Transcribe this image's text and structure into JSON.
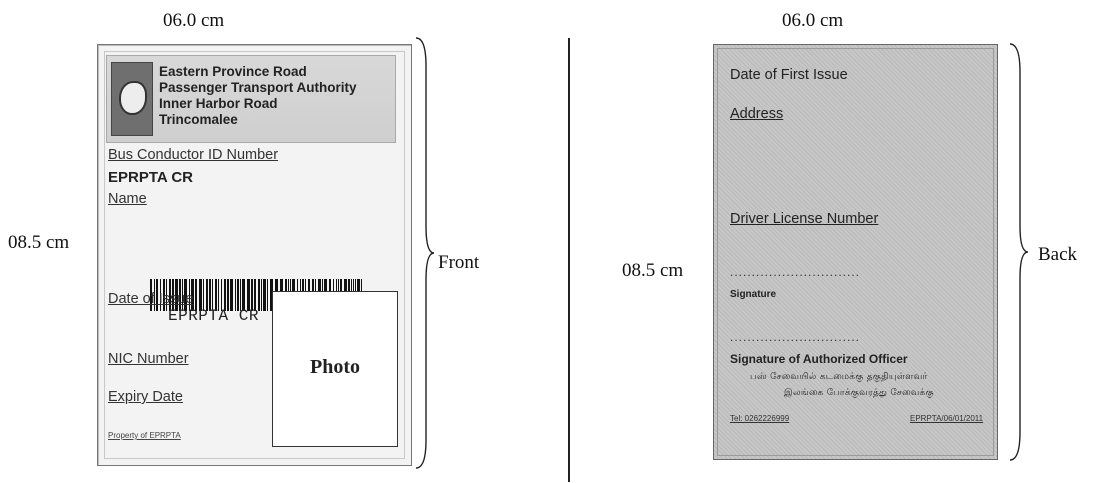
{
  "dimensions": {
    "front_width": "06.0 cm",
    "front_height": "08.5 cm",
    "back_width": "06.0 cm",
    "back_height": "08.5 cm"
  },
  "labels": {
    "front": "Front",
    "back": "Back"
  },
  "front_card": {
    "authority_lines": [
      "Eastern Province Road",
      "Passenger Transport Authority",
      "Inner Harbor Road",
      "Trincomalee"
    ],
    "id_label": "Bus Conductor ID Number",
    "id_value": "EPRPTA CR",
    "name_label": "Name",
    "barcode_text": "EPRPTA CR",
    "date_of_issue_label": "Date of Issue",
    "nic_label": "NIC Number",
    "expiry_label": "Expiry Date",
    "photo_label": "Photo",
    "property_text": "Property of EPRPTA"
  },
  "back_card": {
    "first_issue_label": "Date of First Issue",
    "address_label": "Address",
    "license_label": "Driver License Number",
    "signature_dots": "..............................",
    "signature_label": "Signature",
    "officer_dots": "..............................",
    "officer_label": "Signature of Authorized Officer",
    "tamil_line_1": "பஸ் சேவையில் கடமைக்கு தகுதியுள்ளவர்",
    "tamil_line_2": "இலங்கை போக்குவரத்து சேவைக்கு",
    "tel_text": "Tel: 0262226999",
    "code_text": "EPRPTA/06/01/2011"
  },
  "colors": {
    "back_card_bg": "#c0c0c0",
    "front_card_bg": "#f3f3f3"
  }
}
